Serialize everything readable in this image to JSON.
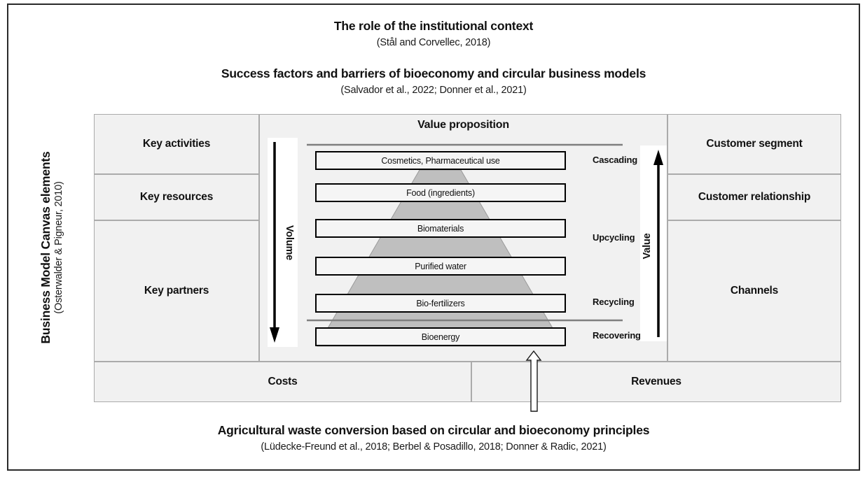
{
  "top_banners": {
    "first": {
      "title": "The role of the institutional context",
      "citation": "(Stål and Corvellec, 2018)"
    },
    "second": {
      "title": "Success factors and barriers of bioeconomy and circular business models",
      "citation": "(Salvador et al., 2022; Donner et al., 2021)"
    }
  },
  "bottom_banner": {
    "title": "Agricultural waste conversion based on circular and bioeconomy principles",
    "citation": "(Lüdecke-Freund et al., 2018; Berbel & Posadillo, 2018; Donner & Radic, 2021)"
  },
  "canvas": {
    "side_label": {
      "title": "Business Model Canvas elements",
      "citation": "(Osterwalder & Pigneur, 2010)"
    },
    "cells": {
      "key_activities": "Key activities",
      "key_resources": "Key resources",
      "key_partners": "Key partners",
      "customer_segment": "Customer segment",
      "customer_relationship": "Customer relationship",
      "channels": "Channels",
      "costs": "Costs",
      "revenues": "Revenues"
    },
    "center": {
      "title": "Value proposition",
      "volume_label": "Volume",
      "value_label": "Value",
      "bars": [
        "Cosmetics, Pharmaceutical use",
        "Food (ingredients)",
        "Biomaterials",
        "Purified water",
        "Bio-fertilizers",
        "Bioenergy"
      ],
      "stage_labels": [
        "Cascading",
        "Upcycling",
        "Recycling",
        "Recovering"
      ]
    }
  },
  "colors": {
    "cell_bg": "#f1f1f1",
    "cell_border": "#ababab",
    "pyramid_fill": "#bfbfbf",
    "bar_bg": "#f5f5f5",
    "line": "#7f7f7f",
    "frame": "#2a2a2a"
  }
}
